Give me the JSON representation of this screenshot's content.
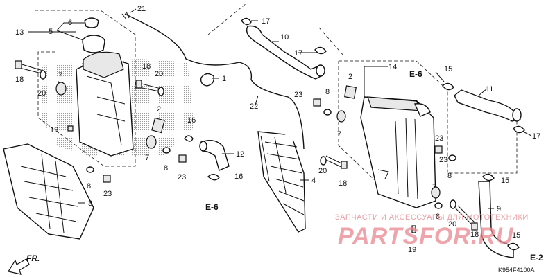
{
  "diagram_code": "K954F4100A",
  "direction_marker": "FR.",
  "watermark": {
    "line1": "ЗАПЧАСТИ И АКСЕССУАРЫ ДЛЯ МОТОТЕХНИКИ",
    "line2": "PARTSFOR.RU"
  },
  "callouts": {
    "c1": "1",
    "c2a": "2",
    "c2b": "2",
    "c3": "3",
    "c4": "4",
    "c5": "5",
    "c6": "6",
    "c7a": "7",
    "c7b": "7",
    "c7c": "7",
    "c7d": "7",
    "c8a": "8",
    "c8b": "8",
    "c8c": "8",
    "c8d": "8",
    "c8e": "8",
    "c9": "9",
    "c10": "10",
    "c11": "11",
    "c12": "12",
    "c13": "13",
    "c14": "14",
    "c15a": "15",
    "c15b": "15",
    "c15c": "15",
    "c16a": "16",
    "c16b": "16",
    "c17a": "17",
    "c17b": "17",
    "c17c": "17",
    "c18a": "18",
    "c18b": "18",
    "c18c": "18",
    "c18d": "18",
    "c19a": "19",
    "c19b": "19",
    "c20a": "20",
    "c20b": "20",
    "c20c": "20",
    "c20d": "20",
    "c21": "21",
    "c22": "22",
    "c23a": "23",
    "c23b": "23",
    "c23c": "23",
    "c23d": "23",
    "c23e": "23"
  },
  "references": {
    "e6a": "E-6",
    "e6b": "E-6",
    "e2": "E-2"
  }
}
